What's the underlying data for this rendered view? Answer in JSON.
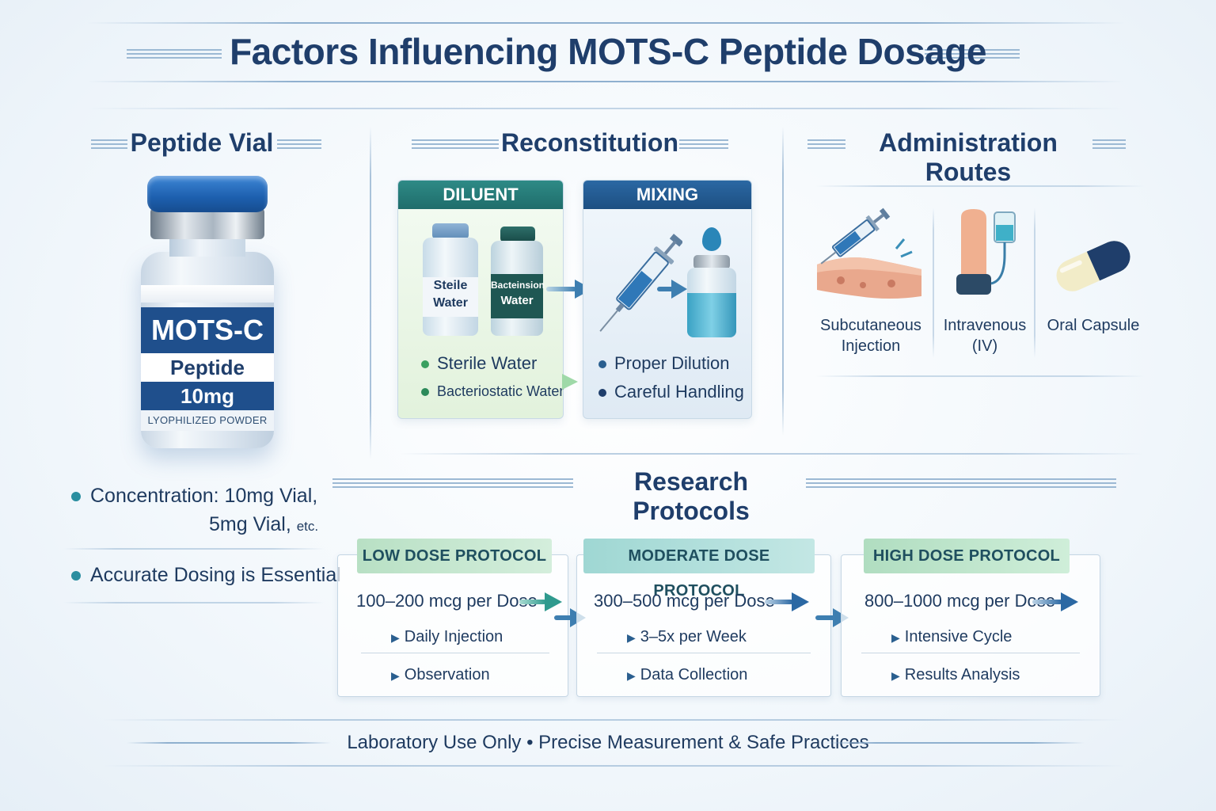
{
  "title": "Factors Influencing MOTS-C Peptide Dosage",
  "vial_section": {
    "title": "Peptide Vial",
    "label_name": "MOTS-C",
    "label_sub": "Peptide",
    "label_dose": "10mg",
    "label_form": "LYOPHILIZED POWDER",
    "bullets": {
      "concentration_line1": "Concentration: 10mg Vial,",
      "concentration_line2": "5mg Vial,",
      "concentration_etc": "etc.",
      "accuracy": "Accurate Dosing is Essential"
    }
  },
  "reconstitution": {
    "title": "Reconstitution",
    "diluent": {
      "header": "DILUENT",
      "bottle1_label_line1": "Steile",
      "bottle1_label_line2": "Water",
      "bottle2_label_line1": "Bacteinsion",
      "bottle2_label_line2": "Water",
      "items": [
        "Sterile Water",
        "Bacteriostatic Water"
      ]
    },
    "mixing": {
      "header": "MIXING",
      "items": [
        "Proper Dilution",
        "Careful Handling"
      ]
    }
  },
  "administration": {
    "title": "Administration Routes",
    "routes": [
      {
        "line1": "Subcutaneous",
        "line2": "Injection"
      },
      {
        "line1": "Intravenous",
        "line2": "(IV)"
      },
      {
        "line1": "Oral Capsule",
        "line2": ""
      }
    ]
  },
  "research": {
    "title": "Research Protocols",
    "protocols": [
      {
        "tag": "LOW DOSE PROTOCOL",
        "dose": "100–200 mcg per Dose",
        "items": [
          "Daily Injection",
          "Observation"
        ]
      },
      {
        "tag": "MODERATE DOSE PROTOCOL",
        "dose": "300–500 mcg per Dose",
        "items": [
          "3–5x per Week",
          "Data Collection"
        ]
      },
      {
        "tag": "HIGH DOSE PROTOCOL",
        "dose": "800–1000 mcg per Dose",
        "items": [
          "Intensive Cycle",
          "Results Analysis"
        ]
      }
    ]
  },
  "footer": "Laboratory Use Only • Precise Measurement & Safe Practices",
  "colors": {
    "navy": "#1f3e6b",
    "teal": "#2a7f7a",
    "blue_header": "#1f5a93",
    "green_tag": "#bfe3c8",
    "aqua_tag": "#a8dcd9"
  }
}
